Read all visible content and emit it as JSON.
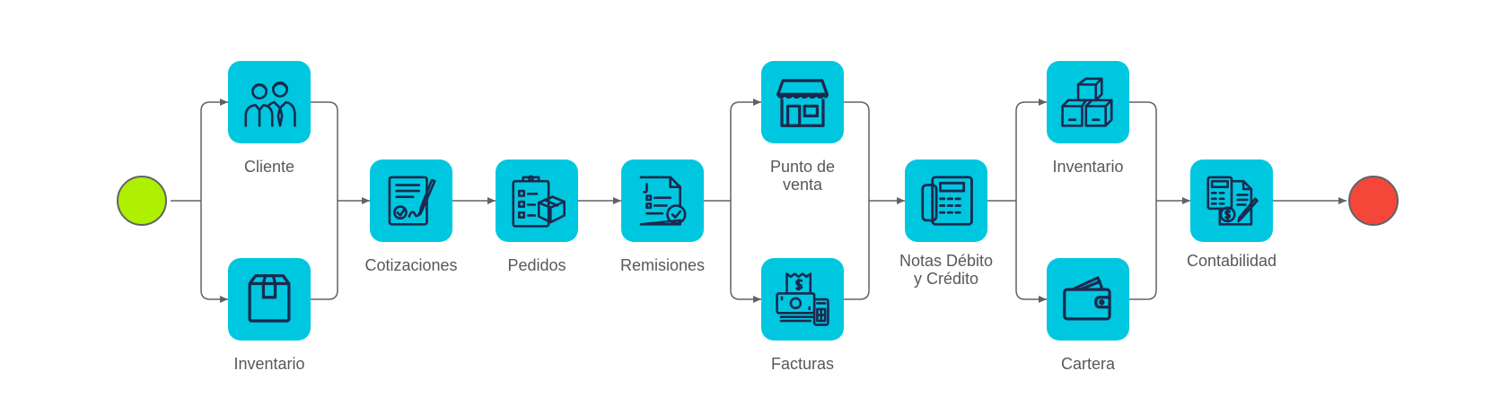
{
  "colors": {
    "tile": "#00c7e0",
    "icon_stroke": "#1b2a4e",
    "start_event": "#aef000",
    "end_event": "#f4473a",
    "connector": "#5f6368",
    "label_text": "#55595e"
  },
  "nodes": {
    "cliente": {
      "label": "Cliente",
      "icon": "users-icon"
    },
    "inventario_a": {
      "label": "Inventario",
      "icon": "package-box-icon"
    },
    "cotizaciones": {
      "label": "Cotizaciones",
      "icon": "signed-contract-icon"
    },
    "pedidos": {
      "label": "Pedidos",
      "icon": "order-checklist-icon"
    },
    "remisiones": {
      "label": "Remisiones",
      "icon": "approved-document-icon"
    },
    "punto_venta": {
      "label": "Punto de\nventa",
      "icon": "storefront-icon"
    },
    "facturas": {
      "label": "Facturas",
      "icon": "invoice-calculator-icon"
    },
    "notas": {
      "label": "Notas Débito\ny Crédito",
      "icon": "pos-terminal-icon"
    },
    "inventario_b": {
      "label": "Inventario",
      "icon": "stacked-boxes-icon"
    },
    "cartera": {
      "label": "Cartera",
      "icon": "wallet-icon"
    },
    "contabilidad": {
      "label": "Contabilidad",
      "icon": "accounting-icon"
    }
  }
}
